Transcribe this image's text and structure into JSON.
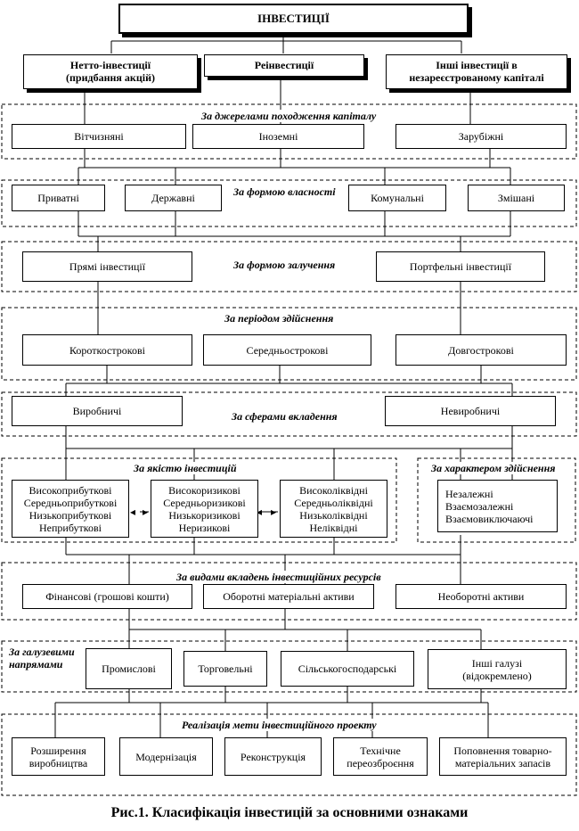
{
  "root": {
    "label": "ІНВЕСТИЦІЇ"
  },
  "level1": [
    {
      "label": "Нетто-інвестиції\n(придбання акцій)"
    },
    {
      "label": "Реінвестиції"
    },
    {
      "label": "Інші інвестиції в\nнезареєстрованому капіталі"
    }
  ],
  "groups": {
    "source": {
      "title": "За джерелами  походження капіталу",
      "items": [
        "Вітчизняні",
        "Іноземні",
        "Зарубіжні"
      ]
    },
    "ownership": {
      "title": "За формою власності",
      "items": [
        "Приватні",
        "Державні",
        "Комунальні",
        "Змішані"
      ]
    },
    "attraction": {
      "title": "За формою залучення",
      "items": [
        "Прямі  інвестиції",
        "Портфельні  інвестиції"
      ]
    },
    "period": {
      "title": "За періодом  здійснення",
      "items": [
        "Короткострокові",
        "Середньострокові",
        "Довгострокові"
      ]
    },
    "sphere": {
      "title": "За сферами вкладення",
      "items": [
        "Виробничі",
        "Невиробничі"
      ]
    },
    "quality": {
      "title": "За якістю   інвестицій",
      "items": [
        "Високоприбуткові\nСередньоприбуткові\nНизькоприбуткові\nНеприбуткові",
        "Високоризикові\nСередньоризикові\nНизькоризикові\nНеризикові",
        "Високоліквідні\nСередньоліквідні\nНизьколіквідні\nНеліквідні"
      ]
    },
    "character": {
      "title": "За характером здійснення",
      "items": [
        "Незалежні\nВзаємозалежні\nВзаємовиключаючі"
      ]
    },
    "resources": {
      "title": "За видами вкладень інвестиційних ресурсів",
      "items": [
        "Фінансові (грошові кошти)",
        "Оборотні матеріальні активи",
        "Необоротні активи"
      ]
    },
    "industry": {
      "title": "За галузевими\nнапрямами",
      "items": [
        "Промислові",
        "Торговельні",
        "Сільськогосподарські",
        "Інші галузі\n(відокремлено)"
      ]
    },
    "goal": {
      "title": "Реалізація мети  інвестиційного проекту",
      "items": [
        "Розширення\nвиробництва",
        "Модернізація",
        "Реконструкція",
        "Технічне\nпереозброєння",
        "Поповнення товарно-\nматеріальних запасів"
      ]
    }
  },
  "caption": "Рис.1. Класифікація інвестицій за основними ознаками"
}
